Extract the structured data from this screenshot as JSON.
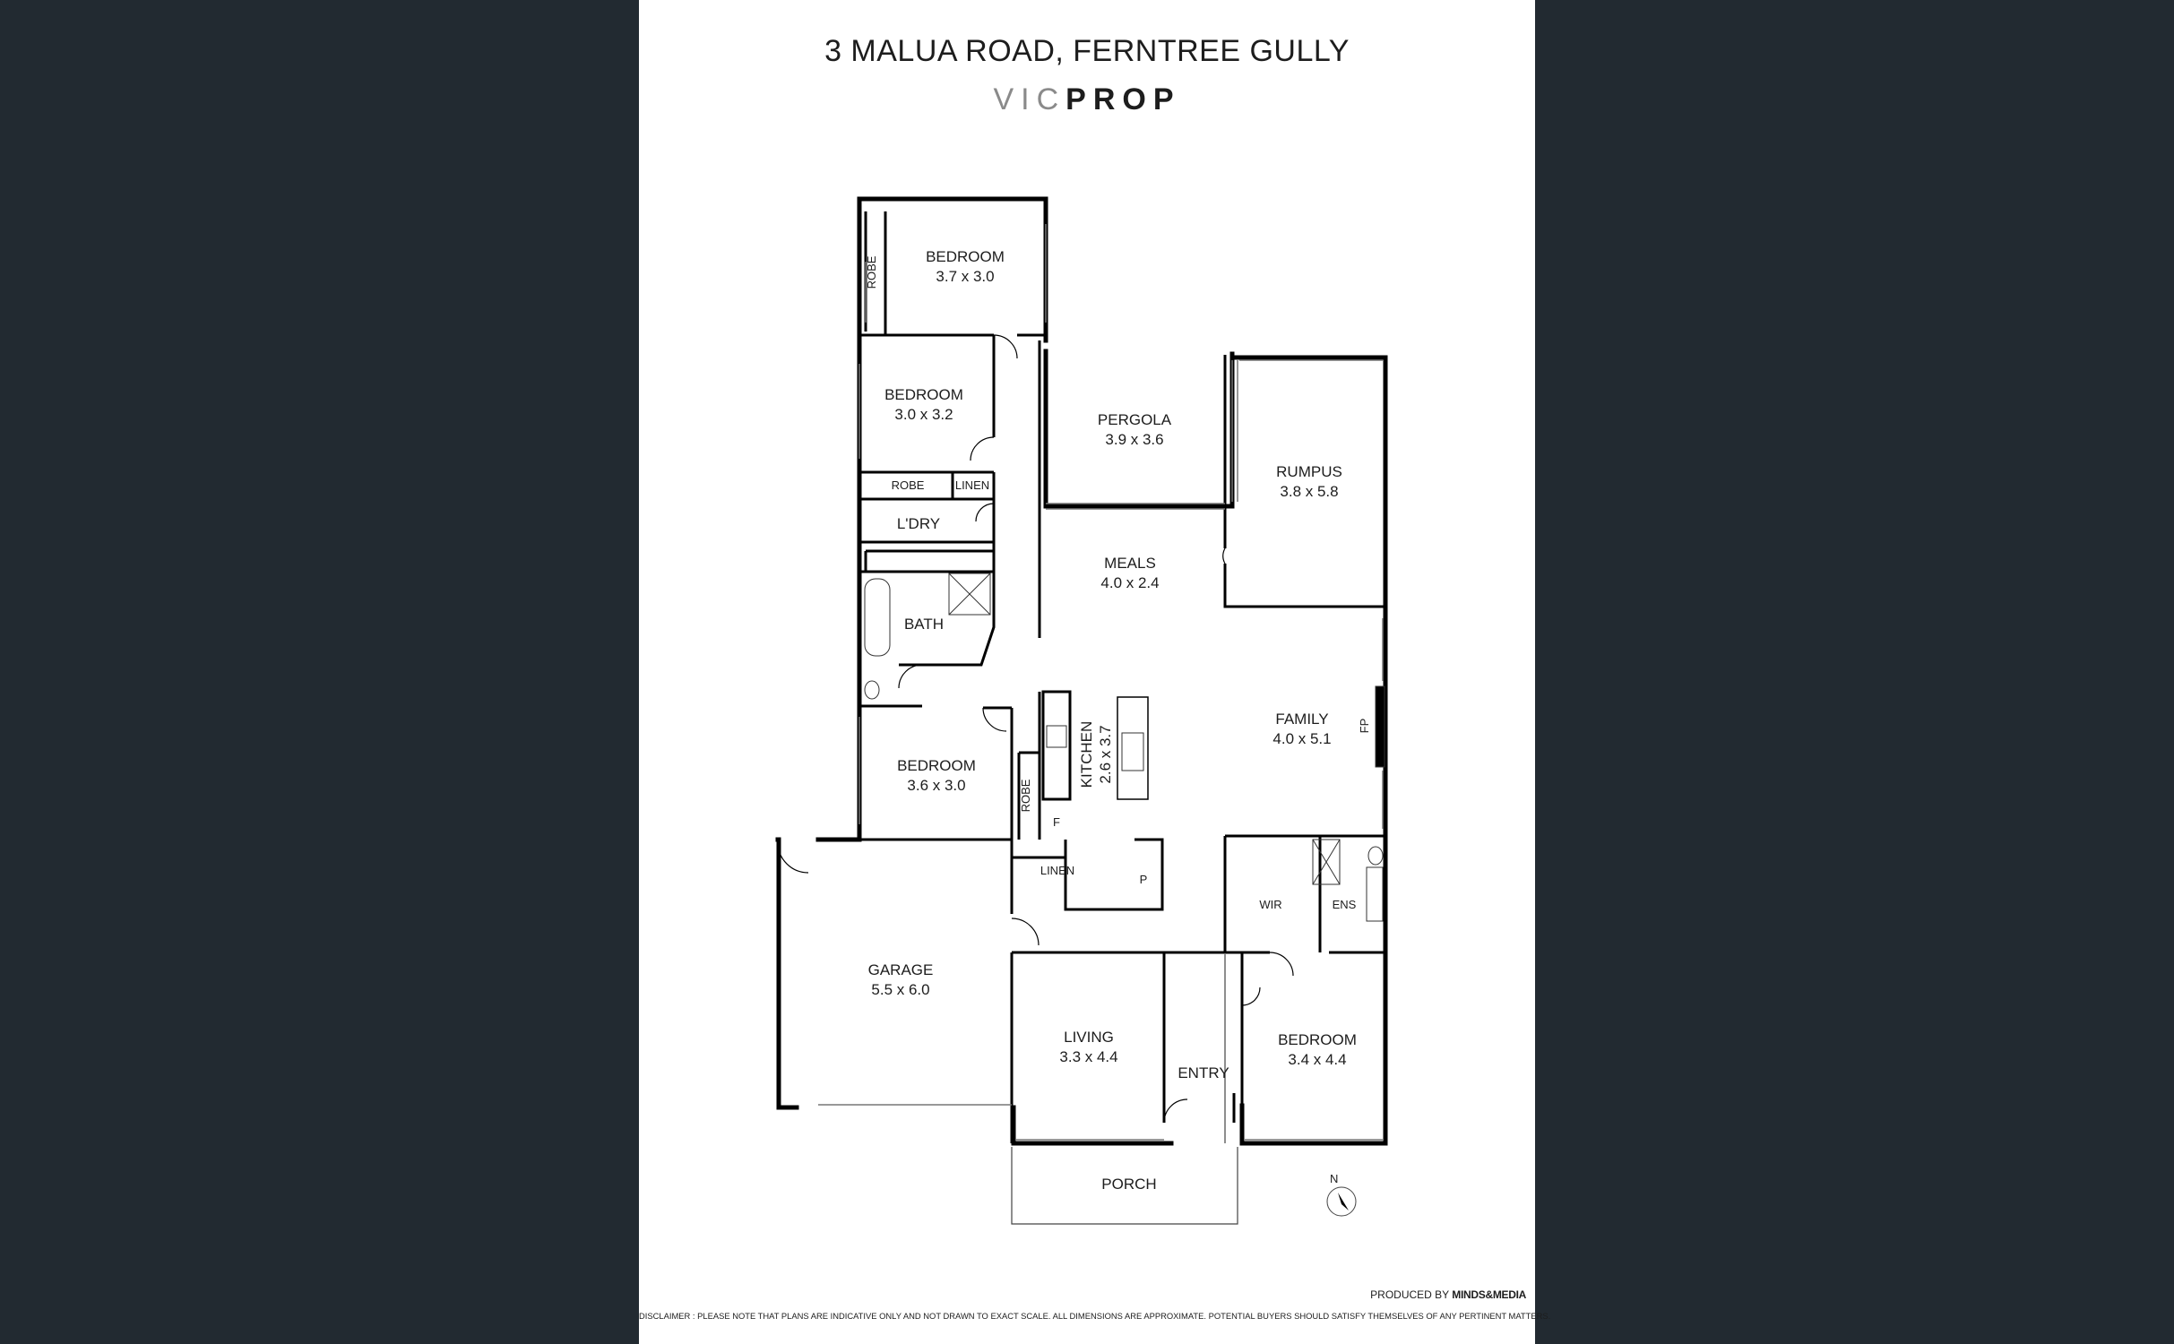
{
  "header": {
    "address": "3 MALUA ROAD, FERNTREE GULLY",
    "brand_light": "VIC",
    "brand_bold": "PROP"
  },
  "rooms": {
    "bedroom1": {
      "name": "BEDROOM",
      "size": "3.7 x 3.0"
    },
    "robe1": "ROBE",
    "bedroom2": {
      "name": "BEDROOM",
      "size": "3.0 x 3.2"
    },
    "robe2": "ROBE",
    "linen1": "LINEN",
    "ldry": "L'DRY",
    "bath": "BATH",
    "bedroom3": {
      "name": "BEDROOM",
      "size": "3.6 x 3.0"
    },
    "robe3": "ROBE",
    "pergola": {
      "name": "PERGOLA",
      "size": "3.9 x 3.6"
    },
    "rumpus": {
      "name": "RUMPUS",
      "size": "3.8 x 5.8"
    },
    "meals": {
      "name": "MEALS",
      "size": "4.0 x 2.4"
    },
    "kitchen": {
      "name": "KITCHEN",
      "size": "2.6 x 3.7"
    },
    "family": {
      "name": "FAMILY",
      "size": "4.0 x 5.1"
    },
    "fp": "FP",
    "fridge": "F",
    "pantry": "P",
    "linen2": "LINEN",
    "garage": {
      "name": "GARAGE",
      "size": "5.5 x 6.0"
    },
    "living": {
      "name": "LIVING",
      "size": "3.3 x 4.4"
    },
    "entry": "ENTRY",
    "wir": "WIR",
    "ens": "ENS",
    "bedroom4": {
      "name": "BEDROOM",
      "size": "3.4 x 4.4"
    },
    "porch": "PORCH"
  },
  "compass": {
    "north_label": "N"
  },
  "footer": {
    "produced_by": "PRODUCED BY",
    "producer_brand": "MINDS&MEDIA",
    "disclaimer": "DISCLAIMER : PLEASE NOTE THAT PLANS ARE INDICATIVE ONLY AND NOT DRAWN TO EXACT SCALE. ALL DIMENSIONS ARE APPROXIMATE. POTENTIAL BUYERS SHOULD SATISFY THEMSELVES OF ANY PERTINENT MATTERS."
  },
  "colors": {
    "background": "#222a31",
    "sheet": "#ffffff",
    "wall": "#000000",
    "brand_light": "#8a8a8a"
  }
}
